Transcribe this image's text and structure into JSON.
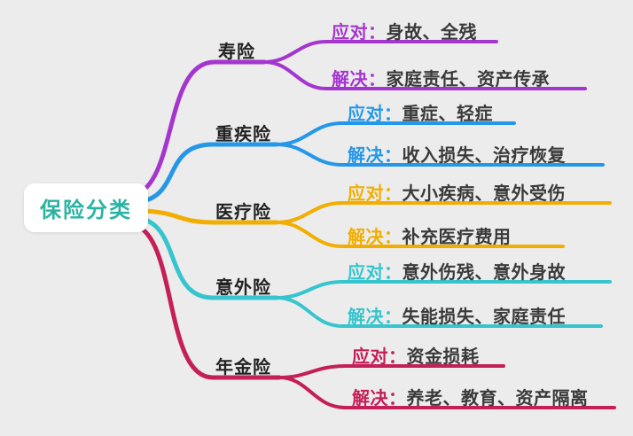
{
  "canvas": {
    "background": "#ececec"
  },
  "root": {
    "label": "保险分类",
    "color": "#2ab3a3",
    "background": "#ffffff"
  },
  "branches": [
    {
      "label": "寿险",
      "color": "#a436cf",
      "children": [
        {
          "prefix": "应对：",
          "text": "身故、全残"
        },
        {
          "prefix": "解决：",
          "text": "家庭责任、资产传承"
        }
      ]
    },
    {
      "label": "重疾险",
      "color": "#2597e8",
      "children": [
        {
          "prefix": "应对：",
          "text": "重症、轻症"
        },
        {
          "prefix": "解决：",
          "text": "收入损失、治疗恢复"
        }
      ]
    },
    {
      "label": "医疗险",
      "color": "#f2ae00",
      "children": [
        {
          "prefix": "应对：",
          "text": "大小疾病、意外受伤"
        },
        {
          "prefix": "解决：",
          "text": "补充医疗费用"
        }
      ]
    },
    {
      "label": "意外险",
      "color": "#36c5ce",
      "children": [
        {
          "prefix": "应对：",
          "text": "意外伤残、意外身故"
        },
        {
          "prefix": "解决：",
          "text": "失能损失、家庭责任"
        }
      ]
    },
    {
      "label": "年金险",
      "color": "#c41f58",
      "children": [
        {
          "prefix": "应对：",
          "text": "资金损耗"
        },
        {
          "prefix": "解决：",
          "text": "养老、教育、资产隔离"
        }
      ]
    }
  ]
}
